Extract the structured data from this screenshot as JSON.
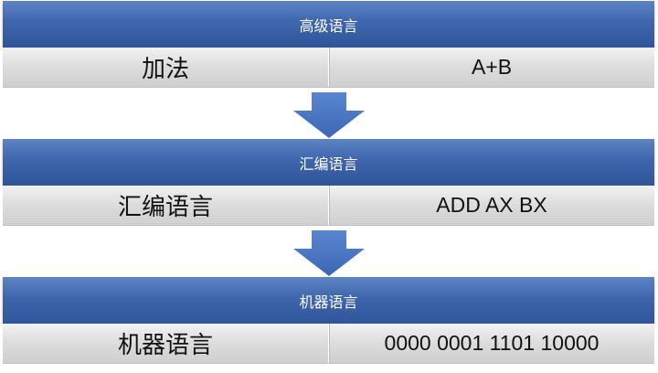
{
  "blocks": [
    {
      "header": "高级语言",
      "left": "加法",
      "right": "A+B"
    },
    {
      "header": "汇编语言",
      "left": "汇编语言",
      "right": "ADD AX BX"
    },
    {
      "header": "机器语言",
      "left": "机器语言",
      "right": "0000 0001 1101 10000"
    }
  ],
  "colors": {
    "header_blue": "#3f66ad",
    "arrow_blue": "#4472c4",
    "row_gray": "#d9d9d9"
  }
}
